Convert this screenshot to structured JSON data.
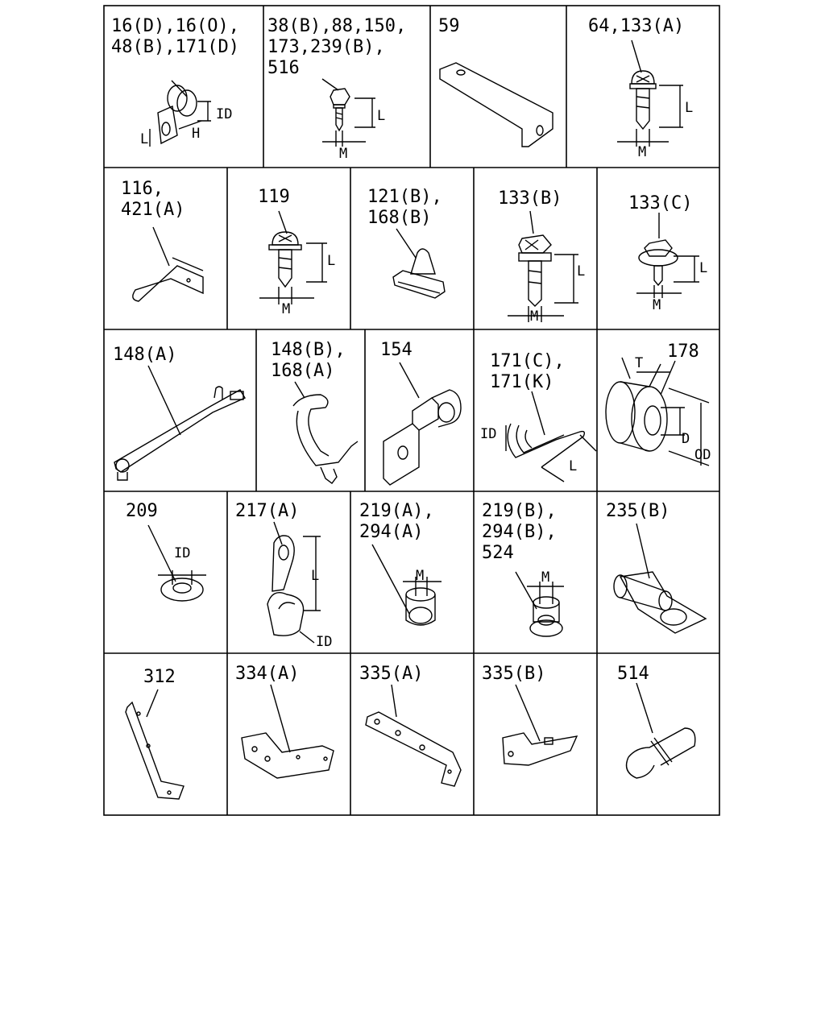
{
  "parts": [
    {
      "id": "c1",
      "label": "16(D),16(O),\n48(B),171(D)",
      "dims": [
        "ID",
        "H",
        "L"
      ]
    },
    {
      "id": "c2",
      "label": "38(B),88,150,\n173,239(B),\n516",
      "dims": [
        "L",
        "M"
      ]
    },
    {
      "id": "c3",
      "label": "59",
      "dims": []
    },
    {
      "id": "c4",
      "label": "64,133(A)",
      "dims": [
        "L",
        "M"
      ]
    },
    {
      "id": "c5",
      "label": "116,\n421(A)",
      "dims": []
    },
    {
      "id": "c6",
      "label": "119",
      "dims": [
        "L",
        "M"
      ]
    },
    {
      "id": "c7",
      "label": "121(B),\n168(B)",
      "dims": []
    },
    {
      "id": "c8",
      "label": "133(B)",
      "dims": [
        "L",
        "M"
      ]
    },
    {
      "id": "c9",
      "label": "133(C)",
      "dims": [
        "L",
        "M"
      ]
    },
    {
      "id": "c10",
      "label": "148(A)",
      "dims": []
    },
    {
      "id": "c11",
      "label": "148(B),\n168(A)",
      "dims": []
    },
    {
      "id": "c12",
      "label": "154",
      "dims": []
    },
    {
      "id": "c13",
      "label": "171(C),\n171(K)",
      "dims": [
        "ID",
        "L"
      ]
    },
    {
      "id": "c14",
      "label": "178",
      "dims": [
        "T",
        "D",
        "OD"
      ]
    },
    {
      "id": "c15",
      "label": "209",
      "dims": [
        "ID"
      ]
    },
    {
      "id": "c16",
      "label": "217(A)",
      "dims": [
        "L",
        "ID"
      ]
    },
    {
      "id": "c17",
      "label": "219(A),\n294(A)",
      "dims": [
        "M"
      ]
    },
    {
      "id": "c18",
      "label": "219(B),\n294(B),\n524",
      "dims": [
        "M"
      ]
    },
    {
      "id": "c19",
      "label": "235(B)",
      "dims": []
    },
    {
      "id": "c20",
      "label": "312",
      "dims": []
    },
    {
      "id": "c21",
      "label": "334(A)",
      "dims": []
    },
    {
      "id": "c22",
      "label": "335(A)",
      "dims": []
    },
    {
      "id": "c23",
      "label": "335(B)",
      "dims": []
    },
    {
      "id": "c24",
      "label": "514",
      "dims": []
    }
  ]
}
